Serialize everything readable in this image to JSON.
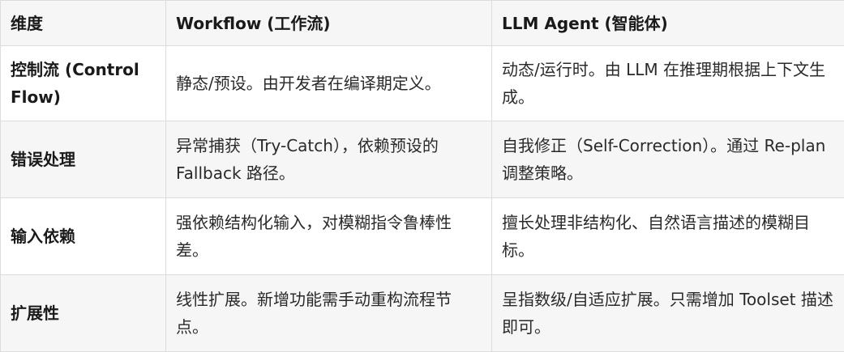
{
  "headers": [
    "维度",
    "Workflow (工作流)",
    "LLM Agent (智能体)"
  ],
  "rows": [
    {
      "dimension": "控制流 (Control Flow)",
      "workflow": "静态/预设。由开发者在编译期定义。",
      "agent": "动态/运行时。由 LLM 在推理期根据上下文生成。"
    },
    {
      "dimension": "错误处理",
      "workflow": "异常捕获（Try-Catch），依赖预设的 Fallback 路径。",
      "agent": "自我修正（Self-Correction）。通过 Re-plan 调整策略。"
    },
    {
      "dimension": "输入依赖",
      "workflow": "强依赖结构化输入，对模糊指令鲁棒性差。",
      "agent": "擅长处理非结构化、自然语言描述的模糊目标。"
    },
    {
      "dimension": "扩展性",
      "workflow": "线性扩展。新增功能需手动重构流程节点。",
      "agent": "呈指数级/自适应扩展。只需增加 Toolset 描述即可。"
    }
  ]
}
